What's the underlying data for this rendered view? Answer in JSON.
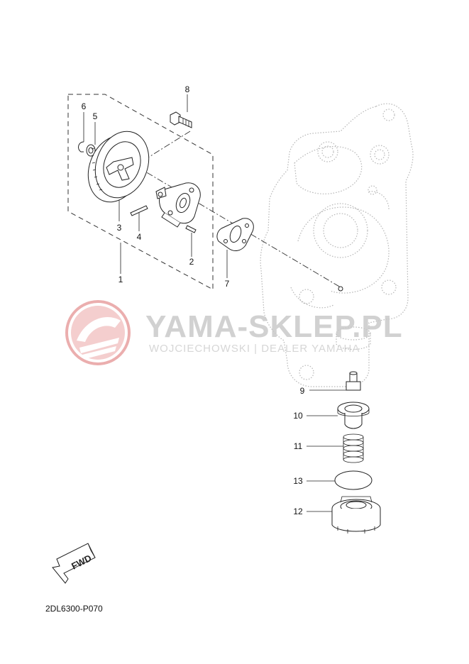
{
  "callouts": [
    {
      "id": "c1",
      "label": "1"
    },
    {
      "id": "c2",
      "label": "2"
    },
    {
      "id": "c3",
      "label": "3"
    },
    {
      "id": "c4",
      "label": "4"
    },
    {
      "id": "c5",
      "label": "5"
    },
    {
      "id": "c6",
      "label": "6"
    },
    {
      "id": "c7",
      "label": "7"
    },
    {
      "id": "c8",
      "label": "8"
    },
    {
      "id": "c9",
      "label": "9"
    },
    {
      "id": "c10",
      "label": "10"
    },
    {
      "id": "c11",
      "label": "11"
    },
    {
      "id": "c12",
      "label": "12"
    },
    {
      "id": "c13",
      "label": "13"
    }
  ],
  "watermark": {
    "title": "YAMA-SKLEP.PL",
    "subtitle": "WOJCIECHOWSKI | DEALER YAMAHA",
    "logo_color": "#e8a0a0"
  },
  "fwd_label": "FWD",
  "diagram_ref": "2DL6300-P070"
}
